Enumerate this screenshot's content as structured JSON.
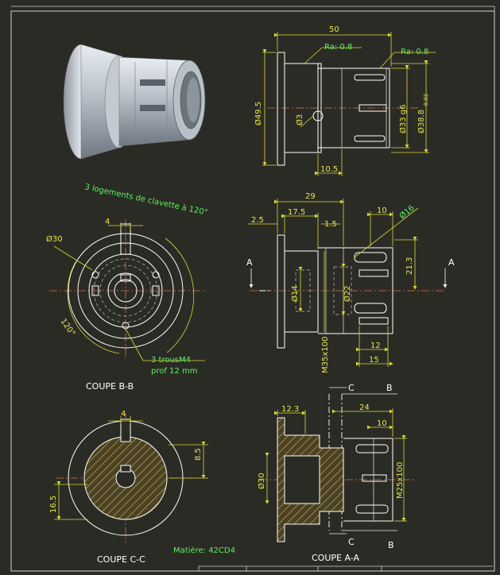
{
  "dims": {
    "overall_length": "50",
    "ra1": "Ra: 0.8",
    "ra2": "Ra: 0.8",
    "dia_49_5": "Ø49.5",
    "dia_3": "Ø3",
    "dia_33": "Ø33 g6",
    "dia_38": "Ø38.8",
    "dia_38_tol": "-0.02",
    "len_10_5": "10.5",
    "len_29": "29",
    "len_2_5": "2.5",
    "len_17_5": "17.5",
    "len_1_5": "1.5",
    "len_10_top": "10",
    "dia_16": "Ø16",
    "dim_21_3": "21.3",
    "dia_14": "Ø14",
    "dia_22": "Ø22",
    "thread_m35": "M35x100",
    "len_12": "12",
    "len_15": "15",
    "len_12_3": "12.3",
    "len_24": "24",
    "len_10_bot": "10",
    "dia_30_aa": "Ø30",
    "thread_m25": "M25x100",
    "width_4_bb": "4",
    "dia_30_bb": "Ø30",
    "angle_120": "120°",
    "width_4_cc": "4",
    "dim_8_5": "8.5",
    "dim_16_5": "16.5"
  },
  "notes": {
    "keyways": "3 logements de clavette à 120°",
    "holes_line1": "3 trousM4",
    "holes_line2": "prof 12 mm",
    "material": "Matière: 42CD4"
  },
  "labels": {
    "section_bb": "COUPE B-B",
    "section_cc": "COUPE C-C",
    "section_aa": "COUPE A-A",
    "cut_a_left": "A",
    "cut_a_right": "A",
    "cut_c_top": "C",
    "cut_b_top": "B",
    "cut_c_bottom": "C",
    "cut_b_bottom": "B"
  },
  "colors": {
    "background": "#2b2b26",
    "dimension": "#d8d83a",
    "annotation": "#5cf05c",
    "hatch": "#c8a646"
  }
}
